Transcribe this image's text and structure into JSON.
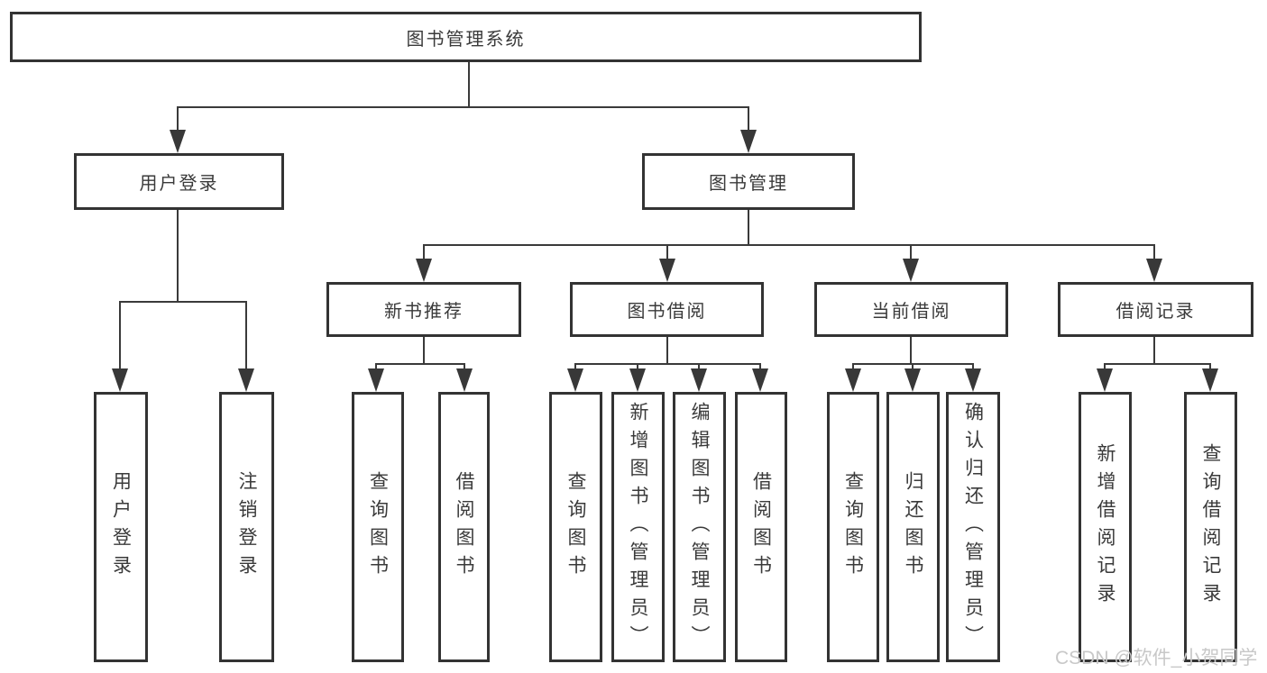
{
  "diagram": {
    "type": "tree-structure-diagram",
    "root": {
      "label": "图书管理系统",
      "children": [
        {
          "label": "用户登录",
          "children": [
            {
              "label": "用户登录"
            },
            {
              "label": "注销登录"
            }
          ]
        },
        {
          "label": "图书管理",
          "children": [
            {
              "label": "新书推荐",
              "children": [
                {
                  "label": "查询图书"
                },
                {
                  "label": "借阅图书"
                }
              ]
            },
            {
              "label": "图书借阅",
              "children": [
                {
                  "label": "查询图书"
                },
                {
                  "label": "新增图书（管理员）"
                },
                {
                  "label": "编辑图书（管理员）"
                },
                {
                  "label": "借阅图书"
                }
              ]
            },
            {
              "label": "当前借阅",
              "children": [
                {
                  "label": "查询图书"
                },
                {
                  "label": "归还图书"
                },
                {
                  "label": "确认归还（管理员）"
                }
              ]
            },
            {
              "label": "借阅记录",
              "children": [
                {
                  "label": "新增借阅记录"
                },
                {
                  "label": "查询借阅记录"
                }
              ]
            }
          ]
        }
      ]
    }
  },
  "watermark": {
    "text": "CSDN @软件_小贺同学"
  },
  "appearance": {
    "background_color": "#ffffff",
    "box_border_color": "#333333",
    "line_color": "#3a3a3a",
    "text_color": "#3a3a3a",
    "watermark_color": "#c8c8c8"
  }
}
